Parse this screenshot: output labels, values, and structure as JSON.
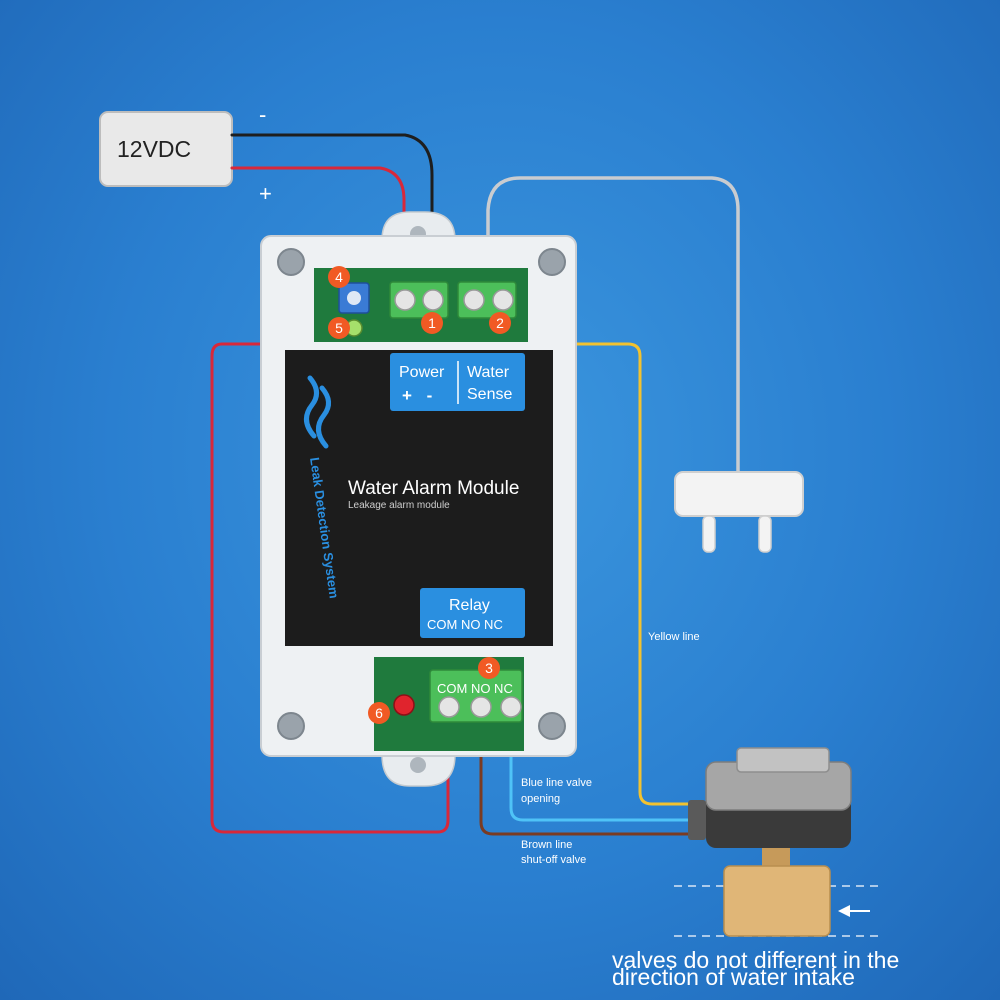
{
  "power_supply": {
    "label": "12VDC",
    "minus": "-",
    "plus": "+"
  },
  "module": {
    "title": "Water Alarm Module",
    "subtitle": "Leakage alarm module",
    "side_text": "Leak Detection System",
    "power_label": "Power",
    "power_polarity": "+ -",
    "water_label": "Water",
    "sense_label": "Sense",
    "relay_label": "Relay",
    "relay_terminals": "COM NO NC",
    "terminal_labels": "COM NO NC"
  },
  "badges": [
    "1",
    "2",
    "3",
    "4",
    "5",
    "6"
  ],
  "wires": {
    "yellow": "Yellow line",
    "blue_1": "Blue line valve",
    "blue_2": "opening",
    "brown_1": "Brown line",
    "brown_2": "shut-off valve"
  },
  "caption": "valves do not different in the direction of water intake",
  "colors": {
    "background": "#2a7fd0",
    "wire_red": "#d8283a",
    "wire_black": "#1e1e1e",
    "wire_gray": "#c9ccd0",
    "wire_yellow": "#f2c230",
    "wire_blue": "#4fc3f7",
    "wire_brown": "#7a3b22",
    "badge": "#f15a24",
    "panel_blue": "#2a8fe0",
    "terminal_green": "#4cbf5a"
  }
}
